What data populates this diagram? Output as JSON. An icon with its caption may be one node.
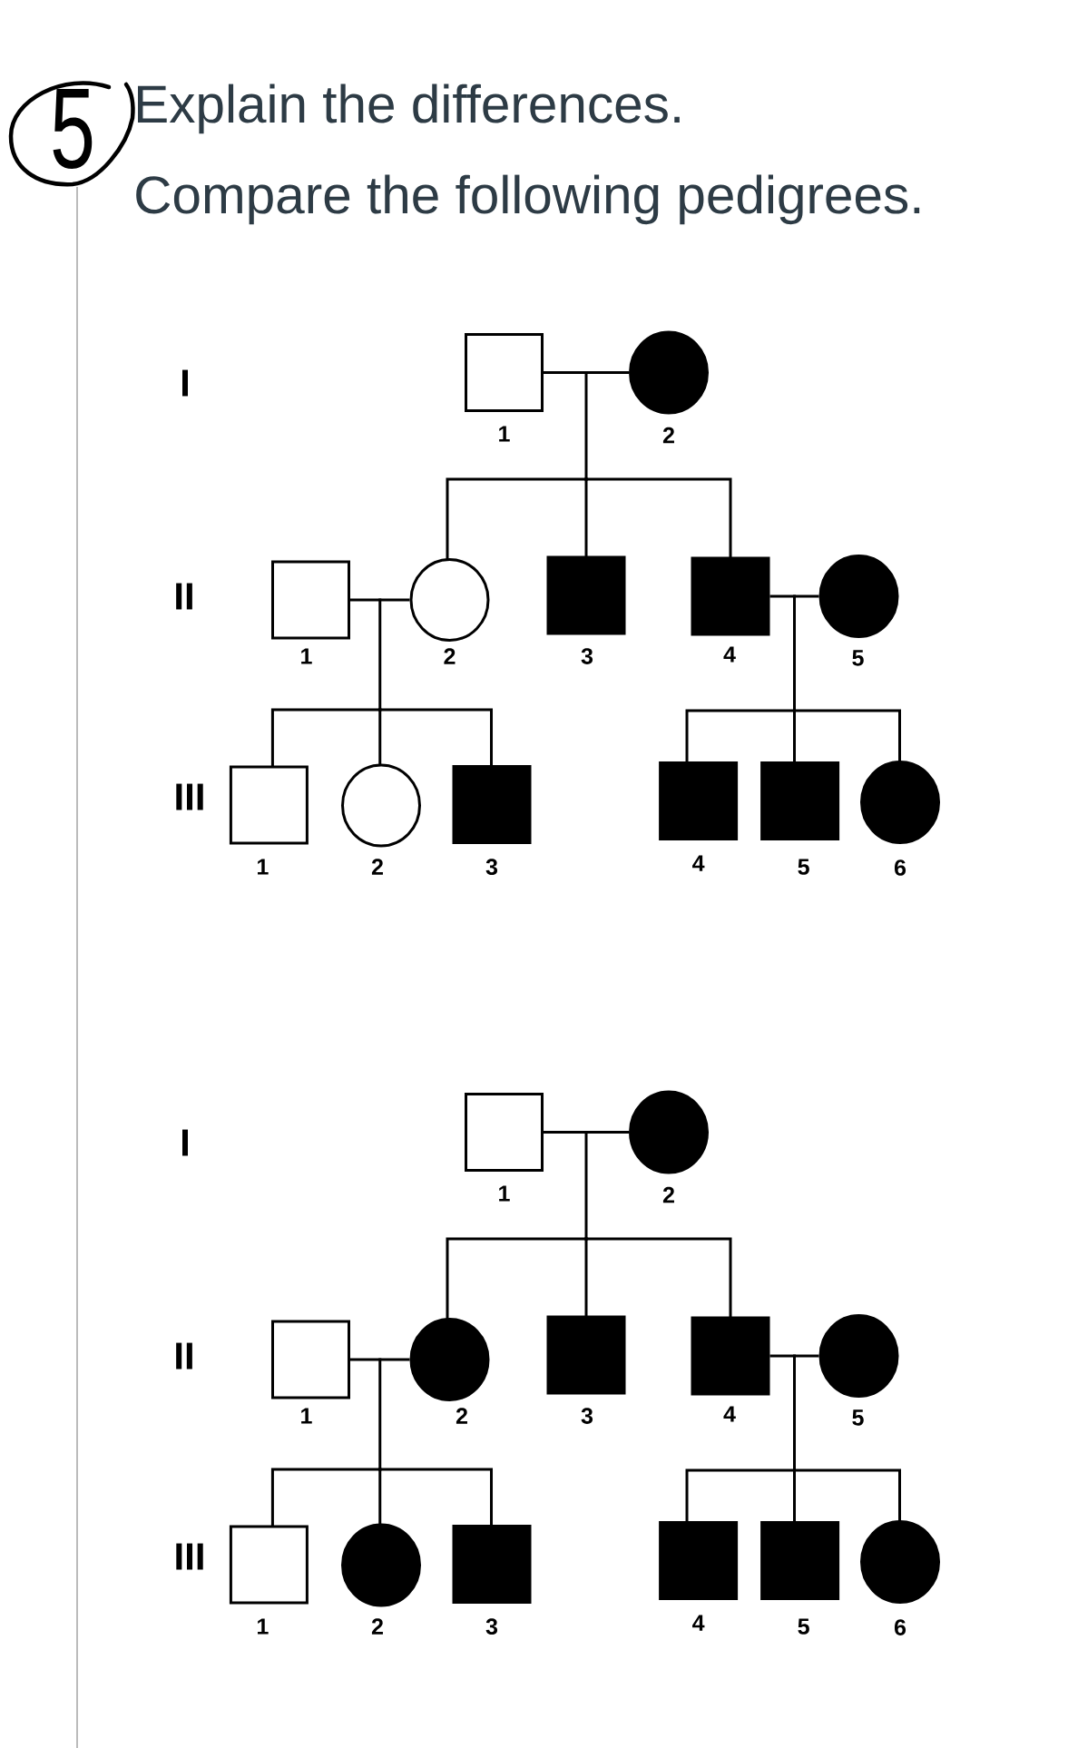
{
  "diagram": {
    "title": "Explain the differences.",
    "nodes": [
      {
        "text": [],
        "shape": "box",
        "beside": [
          "1"
        ]
      },
      {
        "text": [],
        "shape": "disc",
        "beside": [
          "2"
        ]
      },
      {
        "text": [],
        "shape": "box",
        "beside": [
          "1"
        ]
      },
      {
        "text": [],
        "shape": "circle",
        "beside": [
          "2"
        ]
      },
      {
        "text": [],
        "shape": "block",
        "beside": [
          "3"
        ]
      },
      {
        "text": [],
        "shape": "block",
        "beside": [
          "4"
        ]
      },
      {
        "text": [],
        "shape": "disc",
        "beside": [
          "5"
        ]
      },
      {
        "text": [],
        "shape": "box",
        "beside": [
          "1"
        ]
      },
      {
        "text": [],
        "shape": "circle",
        "beside": [
          "2"
        ]
      },
      {
        "text": [],
        "shape": "block",
        "beside": [
          "3"
        ]
      },
      {
        "text": [],
        "shape": "block",
        "beside": [
          "4"
        ]
      },
      {
        "text": [],
        "shape": "block",
        "beside": [
          "5"
        ]
      },
      {
        "text": [],
        "shape": "disc",
        "beside": [
          "6"
        ]
      },
      {
        "text": [],
        "shape": "box",
        "beside": [
          "1"
        ]
      },
      {
        "text": [],
        "shape": "disc",
        "beside": [
          "2"
        ]
      },
      {
        "text": [],
        "shape": "box",
        "beside": [
          "1"
        ]
      },
      {
        "text": [],
        "shape": "disc",
        "beside": [
          "2"
        ]
      },
      {
        "text": [],
        "shape": "block",
        "beside": [
          "3"
        ]
      },
      {
        "text": [],
        "shape": "block",
        "beside": [
          "4"
        ]
      },
      {
        "text": [],
        "shape": "disc",
        "beside": [
          "5"
        ]
      },
      {
        "text": [],
        "shape": "box",
        "beside": [
          "1"
        ]
      },
      {
        "text": [],
        "shape": "disc",
        "beside": [
          "2"
        ]
      },
      {
        "text": [],
        "shape": "block",
        "beside": [
          "3"
        ]
      },
      {
        "text": [],
        "shape": "block",
        "beside": [
          "4"
        ]
      },
      {
        "text": [],
        "shape": "block",
        "beside": [
          "5"
        ]
      },
      {
        "text": [],
        "shape": "disc",
        "beside": [
          "6"
        ]
      }
    ],
    "edges": [
      {
        "from": 0,
        "to": 1,
        "arrow": "none"
      },
      {
        "from": 0,
        "to": 3,
        "arrow": "none"
      },
      {
        "from": 1,
        "to": 3,
        "arrow": "none"
      },
      {
        "from": 0,
        "to": 4,
        "arrow": "none"
      },
      {
        "from": 1,
        "to": 4,
        "arrow": "none"
      },
      {
        "from": 0,
        "to": 5,
        "arrow": "none"
      },
      {
        "from": 1,
        "to": 5,
        "arrow": "none"
      },
      {
        "from": 2,
        "to": 3,
        "arrow": "none"
      },
      {
        "from": 2,
        "to": 7,
        "arrow": "none"
      },
      {
        "from": 3,
        "to": 7,
        "arrow": "none"
      },
      {
        "from": 2,
        "to": 8,
        "arrow": "none"
      },
      {
        "from": 3,
        "to": 8,
        "arrow": "none"
      },
      {
        "from": 2,
        "to": 9,
        "arrow": "none"
      },
      {
        "from": 3,
        "to": 9,
        "arrow": "none"
      },
      {
        "from": 5,
        "to": 6,
        "arrow": "none"
      },
      {
        "from": 5,
        "to": 10,
        "arrow": "none"
      },
      {
        "from": 6,
        "to": 10,
        "arrow": "none"
      },
      {
        "from": 5,
        "to": 11,
        "arrow": "none"
      },
      {
        "from": 6,
        "to": 11,
        "arrow": "none"
      },
      {
        "from": 5,
        "to": 12,
        "arrow": "none"
      },
      {
        "from": 6,
        "to": 12,
        "arrow": "none"
      },
      {
        "from": 13,
        "to": 14,
        "arrow": "none"
      },
      {
        "from": 13,
        "to": 16,
        "arrow": "none"
      },
      {
        "from": 14,
        "to": 16,
        "arrow": "none"
      },
      {
        "from": 13,
        "to": 17,
        "arrow": "none"
      },
      {
        "from": 14,
        "to": 17,
        "arrow": "none"
      },
      {
        "from": 13,
        "to": 18,
        "arrow": "none"
      },
      {
        "from": 14,
        "to": 18,
        "arrow": "none"
      },
      {
        "from": 15,
        "to": 16,
        "arrow": "none"
      },
      {
        "from": 15,
        "to": 20,
        "arrow": "none"
      },
      {
        "from": 16,
        "to": 20,
        "arrow": "none"
      },
      {
        "from": 15,
        "to": 21,
        "arrow": "none"
      },
      {
        "from": 16,
        "to": 21,
        "arrow": "none"
      },
      {
        "from": 15,
        "to": 22,
        "arrow": "none"
      },
      {
        "from": 16,
        "to": 22,
        "arrow": "none"
      },
      {
        "from": 18,
        "to": 19,
        "arrow": "none"
      },
      {
        "from": 18,
        "to": 23,
        "arrow": "none"
      },
      {
        "from": 19,
        "to": 23,
        "arrow": "none"
      },
      {
        "from": 18,
        "to": 24,
        "arrow": "none"
      },
      {
        "from": 19,
        "to": 24,
        "arrow": "none"
      },
      {
        "from": 18,
        "to": 25,
        "arrow": "none"
      },
      {
        "from": 19,
        "to": 25,
        "arrow": "none"
      }
    ],
    "labels": [
      "5",
      "Compare the following pedigrees.",
      "I",
      "II",
      "III",
      "I",
      "II",
      "III"
    ]
  }
}
